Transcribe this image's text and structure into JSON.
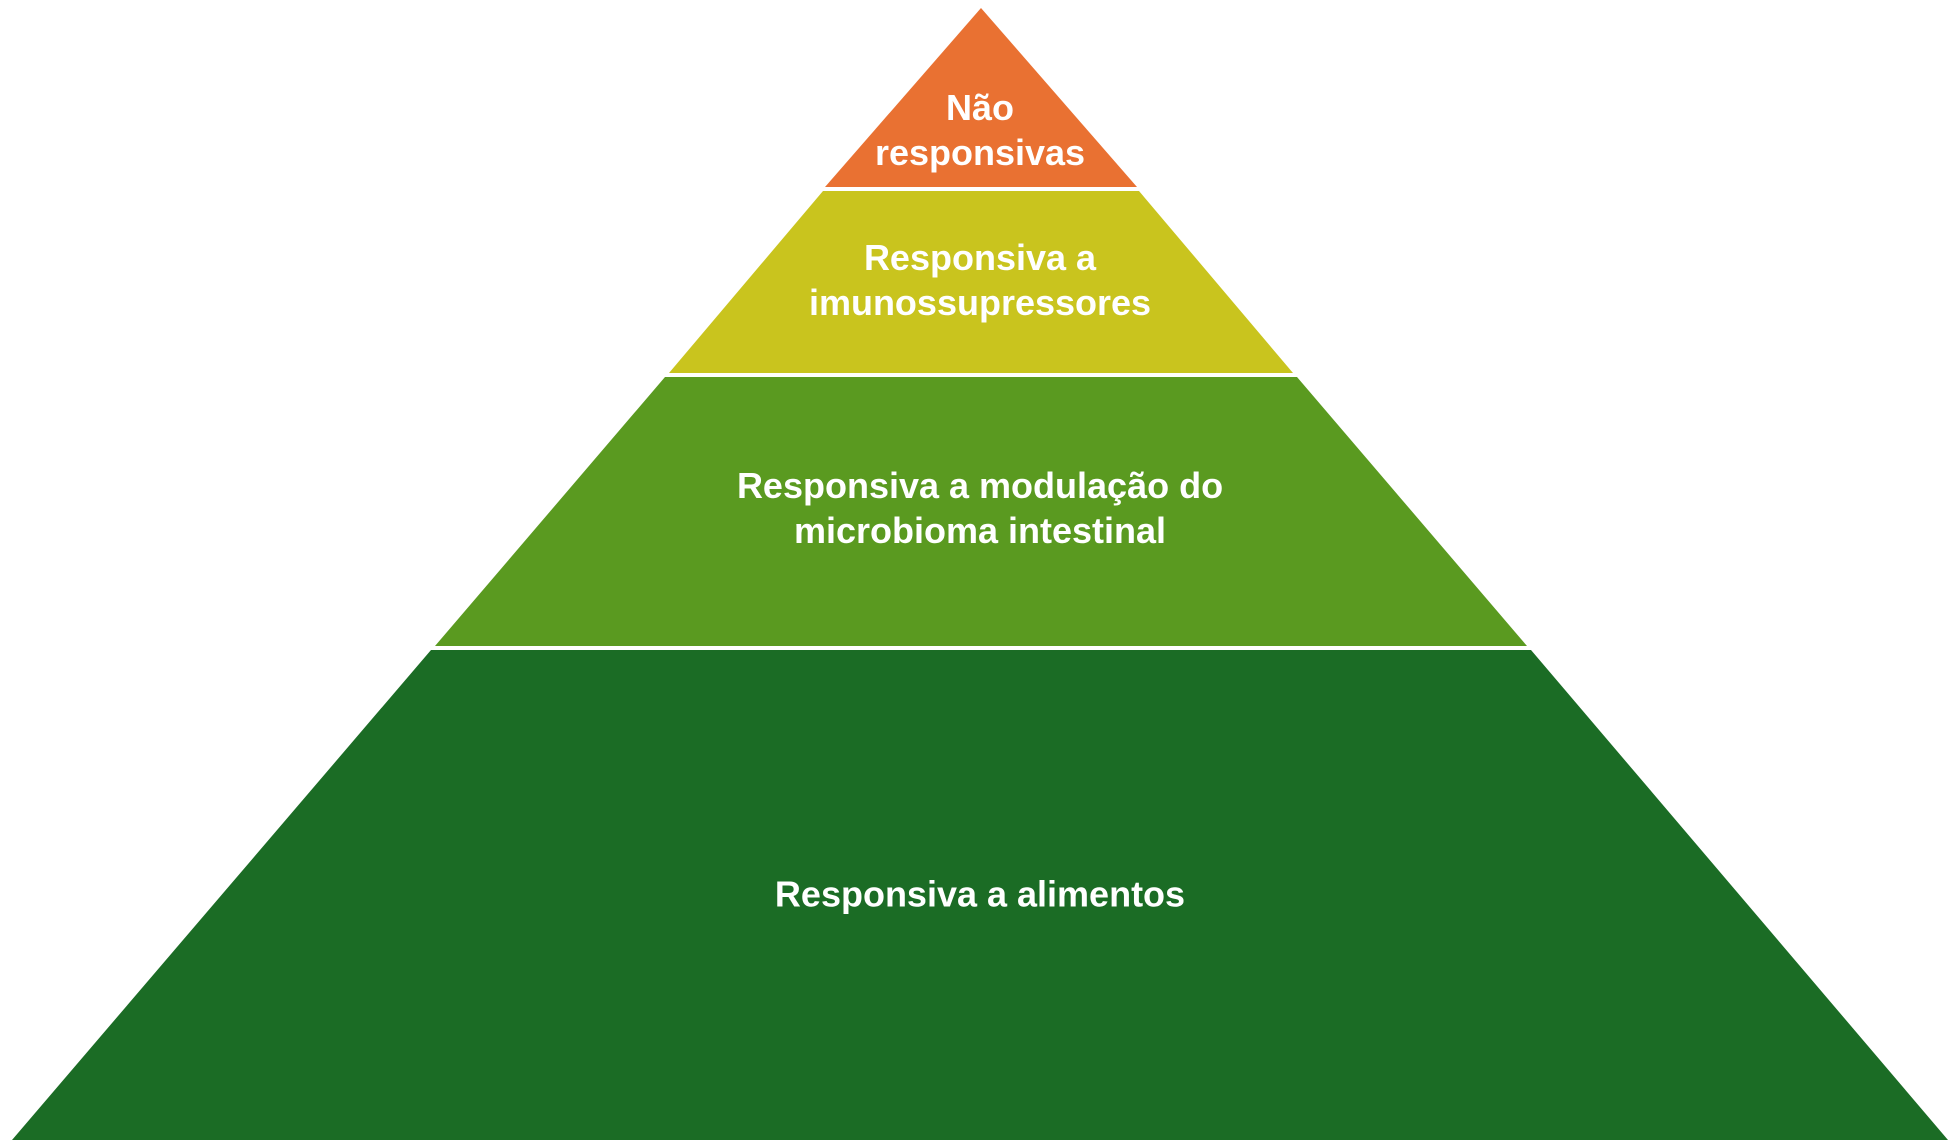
{
  "tiers": [
    {
      "label": "Não\nresponsivas",
      "color": "#E97132"
    },
    {
      "label": "Responsiva a\nimunossupressores",
      "color": "#C9C41E"
    },
    {
      "label": "Responsiva a modulação do\nmicrobioma intestinal",
      "color": "#5A9A20"
    },
    {
      "label": "Responsiva a alimentos",
      "color": "#1B6C25"
    }
  ],
  "divider_color": "#ffffff"
}
